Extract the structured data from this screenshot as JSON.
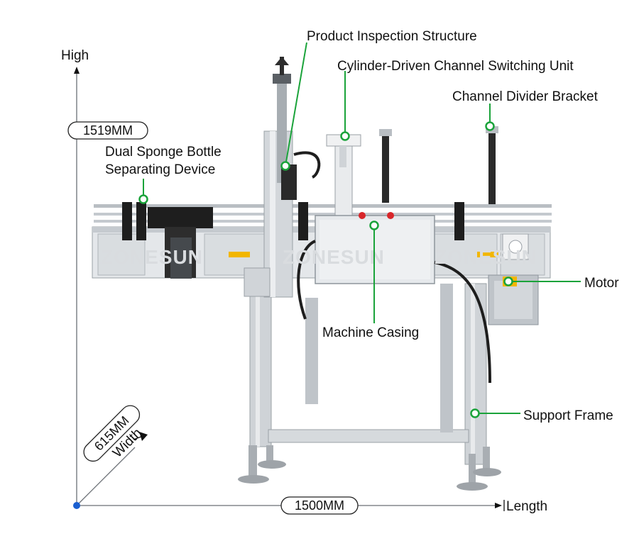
{
  "axes": {
    "height_label": "High",
    "length_label": "Length",
    "width_label": "Width",
    "height_value": "1519MM",
    "length_value": "1500MM",
    "width_value": "615MM"
  },
  "callouts": [
    {
      "id": "product-inspection-structure",
      "lines": [
        "Product Inspection Structure"
      ]
    },
    {
      "id": "cylinder-driven-channel-switching-unit",
      "lines": [
        "Cylinder-Driven Channel Switching Unit"
      ]
    },
    {
      "id": "channel-divider-bracket",
      "lines": [
        "Channel Divider Bracket"
      ]
    },
    {
      "id": "dual-sponge-bottle-separating-device",
      "lines": [
        "Dual Sponge Bottle",
        "Separating Device"
      ]
    },
    {
      "id": "motor",
      "lines": [
        "Motor"
      ]
    },
    {
      "id": "machine-casing",
      "lines": [
        "Machine Casing"
      ]
    },
    {
      "id": "support-frame",
      "lines": [
        "Support Frame"
      ]
    }
  ],
  "watermark": "ZONESUN",
  "colors": {
    "callout_green": "#1aa33a",
    "axis_blue": "#1a5fd0",
    "steel": "#c9ced3",
    "steel_dark": "#8e959c",
    "black_part": "#1e1e1e"
  }
}
